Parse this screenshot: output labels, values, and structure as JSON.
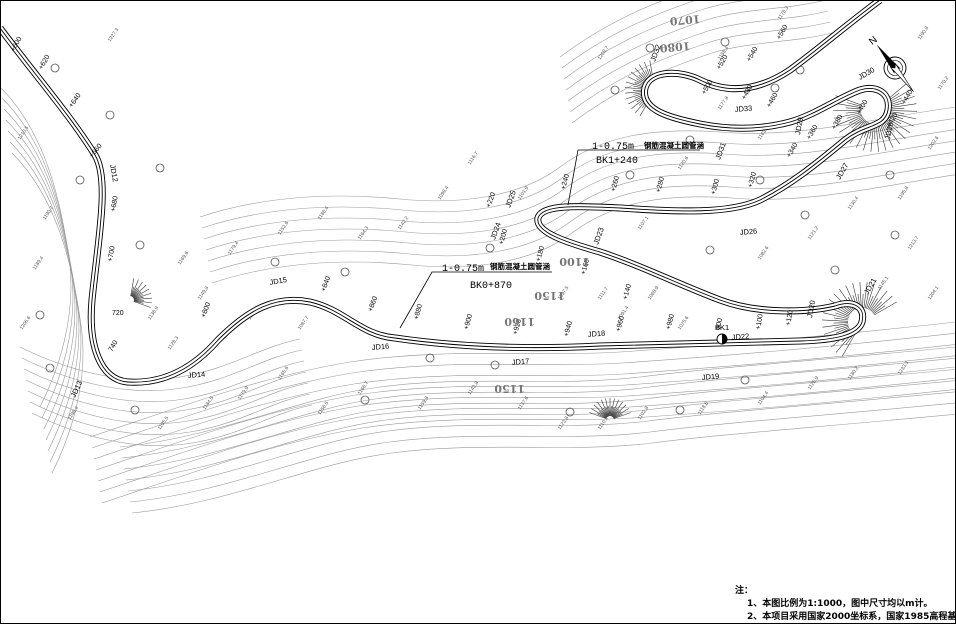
{
  "chart_data": {
    "type": "diagram",
    "stations_main": [
      "+600",
      "+620",
      "+640",
      "+660",
      "+680",
      "+700",
      "720",
      "740",
      "+800",
      "+840",
      "+860",
      "+880",
      "+900",
      "+920",
      "+940",
      "+960",
      "+980",
      "000",
      "+100",
      "+120",
      "+140",
      "+160",
      "+180",
      "+200"
    ],
    "stations_upper": [
      "+220",
      "+240",
      "+260",
      "+280",
      "+300",
      "+320",
      "+340",
      "+360",
      "+380",
      "+400",
      "+420",
      "+440",
      "+460",
      "+480",
      "+500",
      "+520",
      "+540",
      "+560"
    ],
    "jd_labels": [
      "JD12",
      "JD13",
      "JD14",
      "JD15",
      "JD16",
      "JD17",
      "JD18",
      "JD19",
      "JD20",
      "JD21",
      "JD22",
      "JD23",
      "JD24",
      "JD25",
      "JD26",
      "JD27",
      "JD28",
      "JD29",
      "JD30",
      "JD31",
      "JD32",
      "JD33"
    ],
    "culverts": [
      {
        "size": "1-0.75m",
        "type": "钢筋混凝土圆管涵",
        "station": "BK1+240"
      },
      {
        "size": "1-0.75m",
        "type": "钢筋混凝土圆管涵",
        "station": "BK0+870"
      }
    ],
    "benchmark": "BK1",
    "contour_labels": [
      "1070",
      "1080",
      "1100",
      "1150",
      "1160",
      "1150"
    ],
    "north_label": "N",
    "elevations": [
      "1227.3",
      "1210.5",
      "1190.7",
      "1189.4",
      "1206.6",
      "1198.4",
      "1195.5",
      "1184.5",
      "1179.9",
      "1165.6",
      "1156.5",
      "1166.7",
      "1159.8",
      "1143.8",
      "1137.6",
      "1123.8",
      "1110.2",
      "1102.8",
      "1118.6",
      "1104.4",
      "1125.9",
      "1180.2",
      "1233.3",
      "1204.1",
      "1213.7",
      "1195.8",
      "1202.6",
      "1170.2",
      "1190.8",
      "1188.9",
      "1178.3",
      "1158.4",
      "1120.6",
      "1107.1",
      "1111.7",
      "1097.5",
      "1101.9",
      "1116.7",
      "1099.4",
      "1142.2",
      "1164.3",
      "1186.4",
      "1152.6",
      "1179.4",
      "1169.6",
      "1136.9",
      "1128.3",
      "1149.8",
      "1098.9",
      "1087.7",
      "1075.6",
      "1068.9",
      "1091.4",
      "1082.6",
      "1121.2",
      "1130.4",
      "1145.1",
      "1163.7",
      "1177.8",
      "1209.7"
    ]
  },
  "notes": {
    "title": "注：",
    "line1": "1、本图比例为1:1000，图中尺寸均以m计。",
    "line2": "2、本项目采用国家2000坐标系，国家1985高程基准。"
  }
}
